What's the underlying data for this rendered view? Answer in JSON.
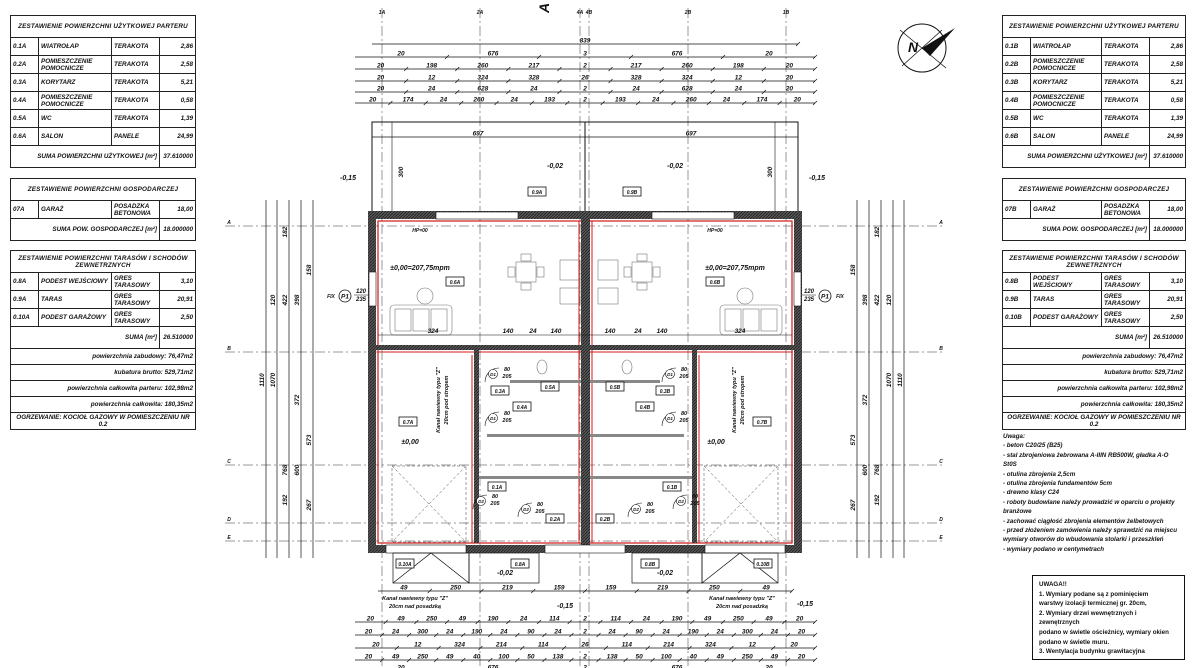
{
  "tables_side": [
    {
      "usable": {
        "title": "ZESTAWIENIE POWIERZCHNI UŻYTKOWEJ PARTERU",
        "rows": [
          {
            "code": "0.1A",
            "name": "WIATROŁAP",
            "material": "TERAKOTA",
            "area": "2,86"
          },
          {
            "code": "0.2A",
            "name": "POMIESZCZENIE POMOCNICZE",
            "material": "TERAKOTA",
            "area": "2,58"
          },
          {
            "code": "0.3A",
            "name": "KORYTARZ",
            "material": "TERAKOTA",
            "area": "5,21"
          },
          {
            "code": "0.4A",
            "name": "POMIESZCZENIE POMOCNICZE",
            "material": "TERAKOTA",
            "area": "0,58"
          },
          {
            "code": "0.5A",
            "name": "WC",
            "material": "TERAKOTA",
            "area": "1,39"
          },
          {
            "code": "0.6A",
            "name": "SALON",
            "material": "PANELE",
            "area": "24,99"
          }
        ],
        "sum_label": "SUMA POWIERZCHNI UŻYTKOWEJ [m²]",
        "sum_value": "37.610000"
      },
      "utility": {
        "title": "ZESTAWIENIE POWIERZCHNI GOSPODARCZEJ",
        "rows": [
          {
            "code": "07A",
            "name": "GARAŻ",
            "material": "POSADZKA BETONOWA",
            "area": "18,00"
          }
        ],
        "sum_label": "SUMA POW. GOSPODARCZEJ [m²]",
        "sum_value": "18.000000"
      },
      "terraces": {
        "title": "ZESTAWIENIE POWIERZCHNI TARASÓW I SCHODÓW ZEWNETRZNYCH",
        "rows": [
          {
            "code": "0.8A",
            "name": "PODEST WEJŚCIOWY",
            "material": "GRES TARASOWY",
            "area": "3,10"
          },
          {
            "code": "0.9A",
            "name": "TARAS",
            "material": "GRES TARASOWY",
            "area": "20,91"
          },
          {
            "code": "0.10A",
            "name": "PODEST GARAŻOWY",
            "material": "GRES TARASOWY",
            "area": "2,50"
          }
        ],
        "sum_label": "SUMA [m²]",
        "sum_value": "26.510000",
        "summary": [
          "powierzchnia zabudowy: 76,47m2",
          "kubatura brutto: 529,71m2",
          "powierzchnia całkowita parteru: 102,98m2",
          "powierzchnia całkowita: 180,35m2"
        ],
        "heating": "OGRZEWANIE: KOCIOŁ GAZOWY W POMIESZCZENIU NR 0.2"
      }
    },
    {
      "usable": {
        "title": "ZESTAWIENIE POWIERZCHNI UŻYTKOWEJ PARTERU",
        "rows": [
          {
            "code": "0.1B",
            "name": "WIATROŁAP",
            "material": "TERAKOTA",
            "area": "2,86"
          },
          {
            "code": "0.2B",
            "name": "POMIESZCZENIE POMOCNICZE",
            "material": "TERAKOTA",
            "area": "2,58"
          },
          {
            "code": "0.3B",
            "name": "KORYTARZ",
            "material": "TERAKOTA",
            "area": "5,21"
          },
          {
            "code": "0.4B",
            "name": "POMIESZCZENIE POMOCNICZE",
            "material": "TERAKOTA",
            "area": "0,58"
          },
          {
            "code": "0.5B",
            "name": "WC",
            "material": "TERAKOTA",
            "area": "1,39"
          },
          {
            "code": "0.6B",
            "name": "SALON",
            "material": "PANELE",
            "area": "24,99"
          }
        ],
        "sum_label": "SUMA POWIERZCHNI UŻYTKOWEJ [m²]",
        "sum_value": "37.610000"
      },
      "utility": {
        "title": "ZESTAWIENIE POWIERZCHNI GOSPODARCZEJ",
        "rows": [
          {
            "code": "07B",
            "name": "GARAŻ",
            "material": "POSADZKA BETONOWA",
            "area": "18,00"
          }
        ],
        "sum_label": "SUMA POW. GOSPODARCZEJ [m²]",
        "sum_value": "18.000000"
      },
      "terraces": {
        "title": "ZESTAWIENIE POWIERZCHNI TARASÓW I SCHODÓW ZEWNETRZNYCH",
        "rows": [
          {
            "code": "0.8B",
            "name": "PODEST WEJŚCIOWY",
            "material": "GRES TARASOWY",
            "area": "3,10"
          },
          {
            "code": "0.9B",
            "name": "TARAS",
            "material": "GRES TARASOWY",
            "area": "20,91"
          },
          {
            "code": "0.10B",
            "name": "PODEST GARAŻOWY",
            "material": "GRES TARASOWY",
            "area": "2,50"
          }
        ],
        "sum_label": "SUMA [m²]",
        "sum_value": "26.510000",
        "summary": [
          "powierzchnia zabudowy: 76,47m2",
          "kubatura brutto: 529,71m2",
          "powierzchnia całkowita parteru: 102,98m2",
          "powierzchnia całkowita: 180,35m2"
        ],
        "heating": "OGRZEWANIE: KOCIOŁ GAZOWY W POMIESZCZENIU NR 0.2"
      }
    }
  ],
  "notes": {
    "title": "Uwaga:",
    "items": [
      "- beton C20/25 (B25)",
      "- stal zbrojeniowa żebrowana A-IIIN RB500W, gładka A-O",
      "St0S",
      "- otulina zbrojenia 2,5cm",
      "- otulina zbrojenia fundamentów 5cm",
      "- drewno klasy C24",
      "- roboty budowlane należy prowadzić w oparciu o projekty",
      "branżowe",
      "- zachować ciągłość zbrojenia elementów żelbetowych",
      "- przed złożeniem zamówienia należy sprawdzić na miejscu",
      "wymiary otworów do wbudowania stolarki i przeszkleń",
      "- wymiary podano w centymetrach"
    ]
  },
  "uwagi": {
    "title": "UWAGA!!",
    "lines": [
      "1. Wymiary podane są z pominięciem",
      "warstwy izolacji termicznej gr. 20cm,",
      "2. Wymiary drzwi wewnętrznych i zewnętrznych",
      "podano w świetle ościeżnicy, wymiary okien",
      "podano w świetle muru.",
      "3. Wentylacja budynku grawitacyjna"
    ]
  },
  "plan": {
    "section_marker": "A",
    "north": "N",
    "grid_x": [
      "1A",
      "2A",
      "4A",
      "4B",
      "2B",
      "1B"
    ],
    "grid_y": [
      "A",
      "B",
      "C",
      "D",
      "E"
    ],
    "dims_top": [
      [
        "839"
      ],
      [
        "20",
        "676",
        "3",
        "676",
        "20"
      ],
      [
        "20",
        "198",
        "260",
        "217",
        "2",
        "217",
        "260",
        "198",
        "20"
      ],
      [
        "20",
        "12",
        "324",
        "328",
        "26",
        "328",
        "324",
        "12",
        "20"
      ],
      [
        "20",
        "24",
        "628",
        "24",
        "2",
        "24",
        "628",
        "24",
        "20"
      ],
      [
        "20",
        "174",
        "24",
        "260",
        "24",
        "193",
        "2",
        "193",
        "24",
        "260",
        "24",
        "174",
        "20"
      ]
    ],
    "dims_bottom": [
      [
        "49",
        "250",
        "219",
        "159",
        "159",
        "219",
        "250",
        "49"
      ],
      [
        "20",
        "49",
        "250",
        "49",
        "190",
        "24",
        "114",
        "2",
        "114",
        "24",
        "190",
        "49",
        "250",
        "49",
        "20"
      ],
      [
        "20",
        "24",
        "300",
        "24",
        "190",
        "24",
        "90",
        "24",
        "2",
        "24",
        "90",
        "24",
        "190",
        "24",
        "300",
        "24",
        "20"
      ],
      [
        "20",
        "12",
        "324",
        "214",
        "114",
        "26",
        "114",
        "214",
        "324",
        "12",
        "20"
      ],
      [
        "20",
        "49",
        "250",
        "49",
        "40",
        "100",
        "50",
        "138",
        "2",
        "138",
        "50",
        "100",
        "40",
        "49",
        "250",
        "49",
        "20"
      ],
      [
        "20",
        "676",
        "2",
        "676",
        "20"
      ]
    ],
    "dims_left": [
      "1110",
      "1070",
      "768",
      "372",
      "600",
      "573",
      "422",
      "398",
      "182",
      "120",
      "158",
      "192",
      "267"
    ],
    "dims_right": [
      "1110",
      "1070",
      "768",
      "372",
      "600",
      "573",
      "422",
      "398",
      "182",
      "120",
      "158",
      "192",
      "267"
    ],
    "terrace_width": "697",
    "terrace_depth": "300",
    "terrace_codes": [
      "0.9A",
      "0.9B"
    ],
    "level_terrace": "-0,02",
    "level_outside": "-0,15",
    "level_zero_ref": "±0,00=207,75mpm",
    "level_zero": "±0,00",
    "hp": "HP=00",
    "living_codes": [
      "0.6A",
      "0.6B"
    ],
    "garage_codes": [
      "0.7A",
      "0.7B"
    ],
    "hall_codes": [
      "0.3A",
      "0.3B",
      "0.5A",
      "0.5B",
      "0.4A",
      "0.4B",
      "0.1A",
      "0.1B",
      "0.2A",
      "0.2B"
    ],
    "entry_codes": [
      "0.8A",
      "0.10A",
      "0.8B",
      "0.10B"
    ],
    "living_dims": [
      "324",
      "140",
      "24",
      "140"
    ],
    "window_fix": "FIX",
    "window_tag": "P1",
    "window_w": "120",
    "window_h": "235",
    "door_w": "80",
    "door_h": "205",
    "door_tags": [
      "D1",
      "D2"
    ],
    "duct_ceiling": [
      "Kanał nawiewny typu \"Z\"",
      "20cm pod stropem"
    ],
    "duct_floor": [
      "Kanał nawiewny typu \"Z\"",
      "20cm nad posadzką"
    ],
    "colors": {
      "wall": "#3a3a3a",
      "insulation": "#d01818",
      "line": "#111111"
    }
  }
}
